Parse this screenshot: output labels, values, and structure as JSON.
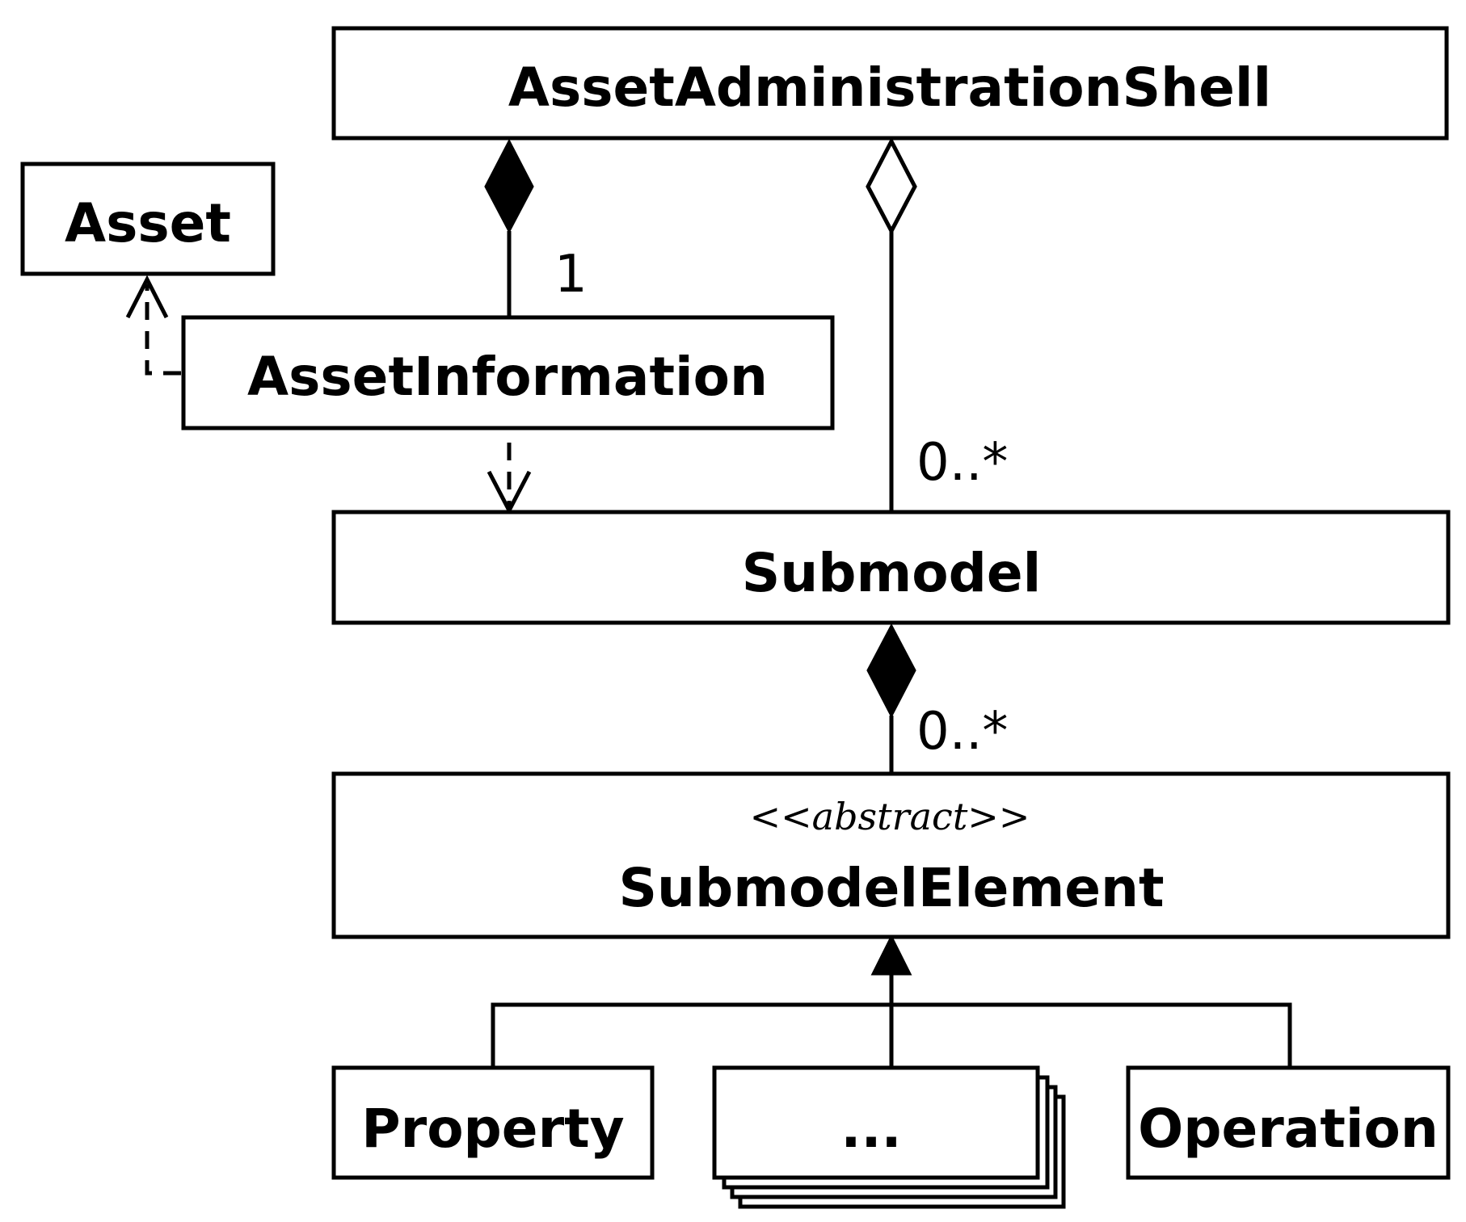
{
  "classes": {
    "aas": "AssetAdministrationShell",
    "asset": "Asset",
    "asset_information": "AssetInformation",
    "submodel": "Submodel",
    "submodel_element": "SubmodelElement",
    "submodel_element_stereotype": "<<abstract>>",
    "property": "Property",
    "others": "...",
    "operation": "Operation"
  },
  "multiplicities": {
    "aas_to_asset_information": "1",
    "aas_to_submodel": "0..*",
    "submodel_to_submodel_element": "0..*"
  }
}
